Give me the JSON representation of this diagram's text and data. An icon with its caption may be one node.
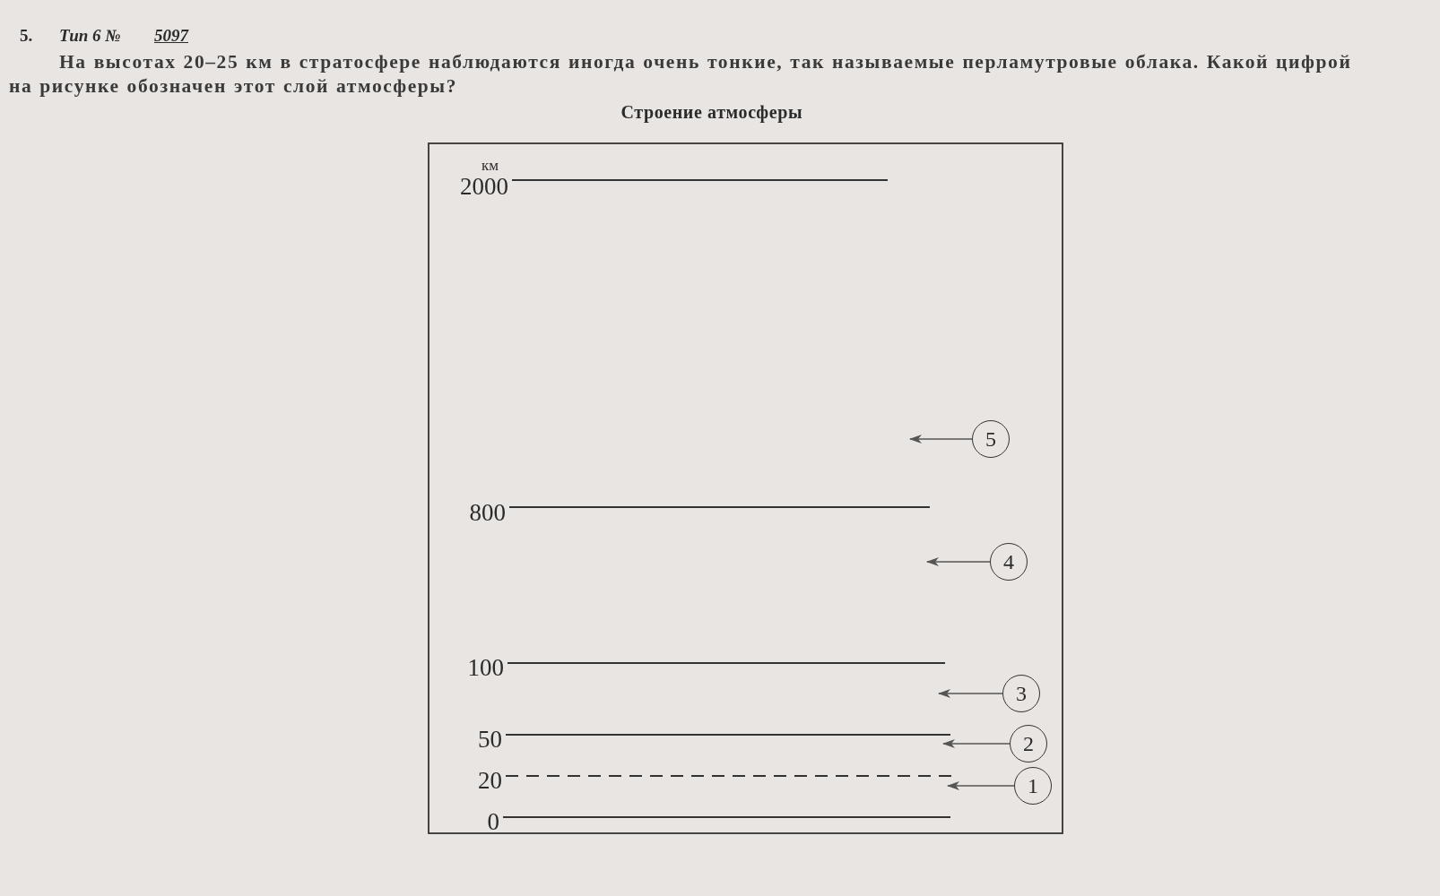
{
  "diagram": {
    "title": "Строение атмосферы",
    "nodes": [
      {
        "text": [
          "5"
        ]
      },
      {
        "text": [
          "4"
        ]
      },
      {
        "text": [
          "3"
        ]
      },
      {
        "text": [
          "2"
        ]
      },
      {
        "text": [
          "1"
        ]
      }
    ],
    "edges": [
      {
        "from": 0,
        "to": null,
        "arrow": "to"
      },
      {
        "from": 1,
        "to": null,
        "arrow": "to"
      },
      {
        "from": 2,
        "to": null,
        "arrow": "to"
      },
      {
        "from": 3,
        "to": null,
        "arrow": "to"
      },
      {
        "from": 4,
        "to": null,
        "arrow": "to"
      }
    ],
    "labels": [
      "5.",
      "Тип 6 №",
      "5097",
      "На высотах 20–25 км в стратосфере наблюдаются иногда очень тонкие, так называемые перламутровые облака. Какой цифрой на рисунке обозначен этот слой атмосферы?",
      "км",
      "2000",
      "800",
      "100",
      "50",
      "20",
      "0"
    ]
  }
}
